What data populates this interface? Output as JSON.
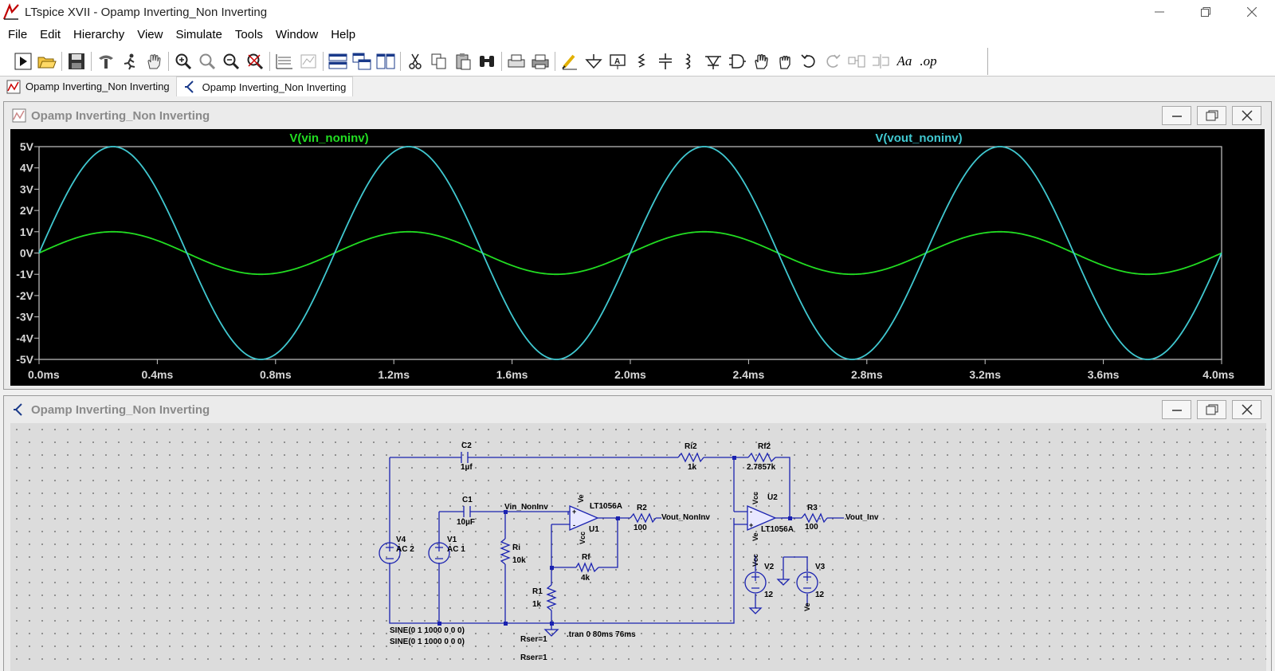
{
  "app": {
    "title": "LTspice XVII - Opamp Inverting_Non Inverting"
  },
  "menu": [
    {
      "label": "File",
      "name": "menu-file"
    },
    {
      "label": "Edit",
      "name": "menu-edit"
    },
    {
      "label": "Hierarchy",
      "name": "menu-hierarchy"
    },
    {
      "label": "View",
      "name": "menu-view"
    },
    {
      "label": "Simulate",
      "name": "menu-simulate"
    },
    {
      "label": "Tools",
      "name": "menu-tools"
    },
    {
      "label": "Window",
      "name": "menu-window"
    },
    {
      "label": "Help",
      "name": "menu-help"
    }
  ],
  "toolbar": {
    "font_button": "Aa",
    "spice_directive_button": ".op",
    "icons": [
      "run-icon",
      "open-icon",
      "save-icon",
      "control-panel-icon",
      "run-sim-icon",
      "pan-icon",
      "zoom-in-icon",
      "zoom-area-icon",
      "zoom-out-icon",
      "zoom-fit-icon",
      "autorange-icon",
      "plot-settings-icon",
      "tile-horizontal-icon",
      "cascade-icon",
      "tile-vertical-icon",
      "cut-icon",
      "copy-icon",
      "paste-icon",
      "find-icon",
      "print-preview-icon",
      "print-icon",
      "draw-wire-icon",
      "ground-icon",
      "label-net-icon",
      "resistor-icon",
      "capacitor-icon",
      "inductor-icon",
      "diode-icon",
      "component-icon",
      "move-icon",
      "drag-icon",
      "undo-icon",
      "redo-icon",
      "rotate-icon",
      "mirror-icon"
    ]
  },
  "tabs": [
    {
      "label": "Opamp Inverting_Non Inverting",
      "type": "waveform",
      "active": false
    },
    {
      "label": "Opamp Inverting_Non Inverting",
      "type": "schematic",
      "active": true
    }
  ],
  "waveform_window": {
    "title": "Opamp Inverting_Non Inverting"
  },
  "schematic_window": {
    "title": "Opamp Inverting_Non Inverting"
  },
  "chart_data": {
    "type": "line",
    "series": [
      {
        "name": "V(vin_noninv)",
        "color": "#22dd22",
        "amplitude": 1,
        "frequency_hz": 1000,
        "unit": "V"
      },
      {
        "name": "V(vout_noninv)",
        "color": "#40c8d0",
        "amplitude": 5,
        "frequency_hz": 1000,
        "unit": "V"
      }
    ],
    "xlim": [
      0,
      4
    ],
    "ylim": [
      -5,
      5
    ],
    "x_ticks": [
      "0.0ms",
      "0.4ms",
      "0.8ms",
      "1.2ms",
      "1.6ms",
      "2.0ms",
      "2.4ms",
      "2.8ms",
      "3.2ms",
      "3.6ms",
      "4.0ms"
    ],
    "y_ticks": [
      "5V",
      "4V",
      "3V",
      "2V",
      "1V",
      "0V",
      "-1V",
      "-2V",
      "-3V",
      "-4V",
      "-5V"
    ],
    "background": "#000000",
    "grid": false
  },
  "schematic": {
    "components": {
      "C2": {
        "name": "C2",
        "value": "1µf"
      },
      "C1": {
        "name": "C1",
        "value": "10µF"
      },
      "Ri2": {
        "name": "Ri2",
        "value": "1k"
      },
      "Rf2": {
        "name": "Rf2",
        "value": "2.7857k"
      },
      "U1": {
        "name": "U1",
        "model": "LT1056A"
      },
      "U2": {
        "name": "U2",
        "model": "LT1056A"
      },
      "R2": {
        "name": "R2",
        "value": "100"
      },
      "R3": {
        "name": "R3",
        "value": "100"
      },
      "Ri": {
        "name": "Ri",
        "value": "10k"
      },
      "Rf": {
        "name": "Rf",
        "value": "4k"
      },
      "R1": {
        "name": "R1",
        "value": "1k"
      },
      "V4": {
        "name": "V4",
        "value": "AC 2"
      },
      "V1": {
        "name": "V1",
        "value": "AC 1"
      },
      "V2": {
        "name": "V2",
        "value": "12"
      },
      "V3": {
        "name": "V3",
        "value": "12"
      }
    },
    "nets": {
      "vin": "Vin_NonInv",
      "vout_noninv": "Vout_NonInv",
      "vout_inv": "Vout_Inv",
      "vcc": "Vcc",
      "vee": "Ve"
    },
    "sine_v4": "SINE(0 1 1000 0 0 0)",
    "sine_v1": "SINE(0 1 1000 0 0 0)",
    "rser1": "Rser=1",
    "rser2": "Rser=1",
    "directive": ".tran 0 80ms 76ms"
  }
}
